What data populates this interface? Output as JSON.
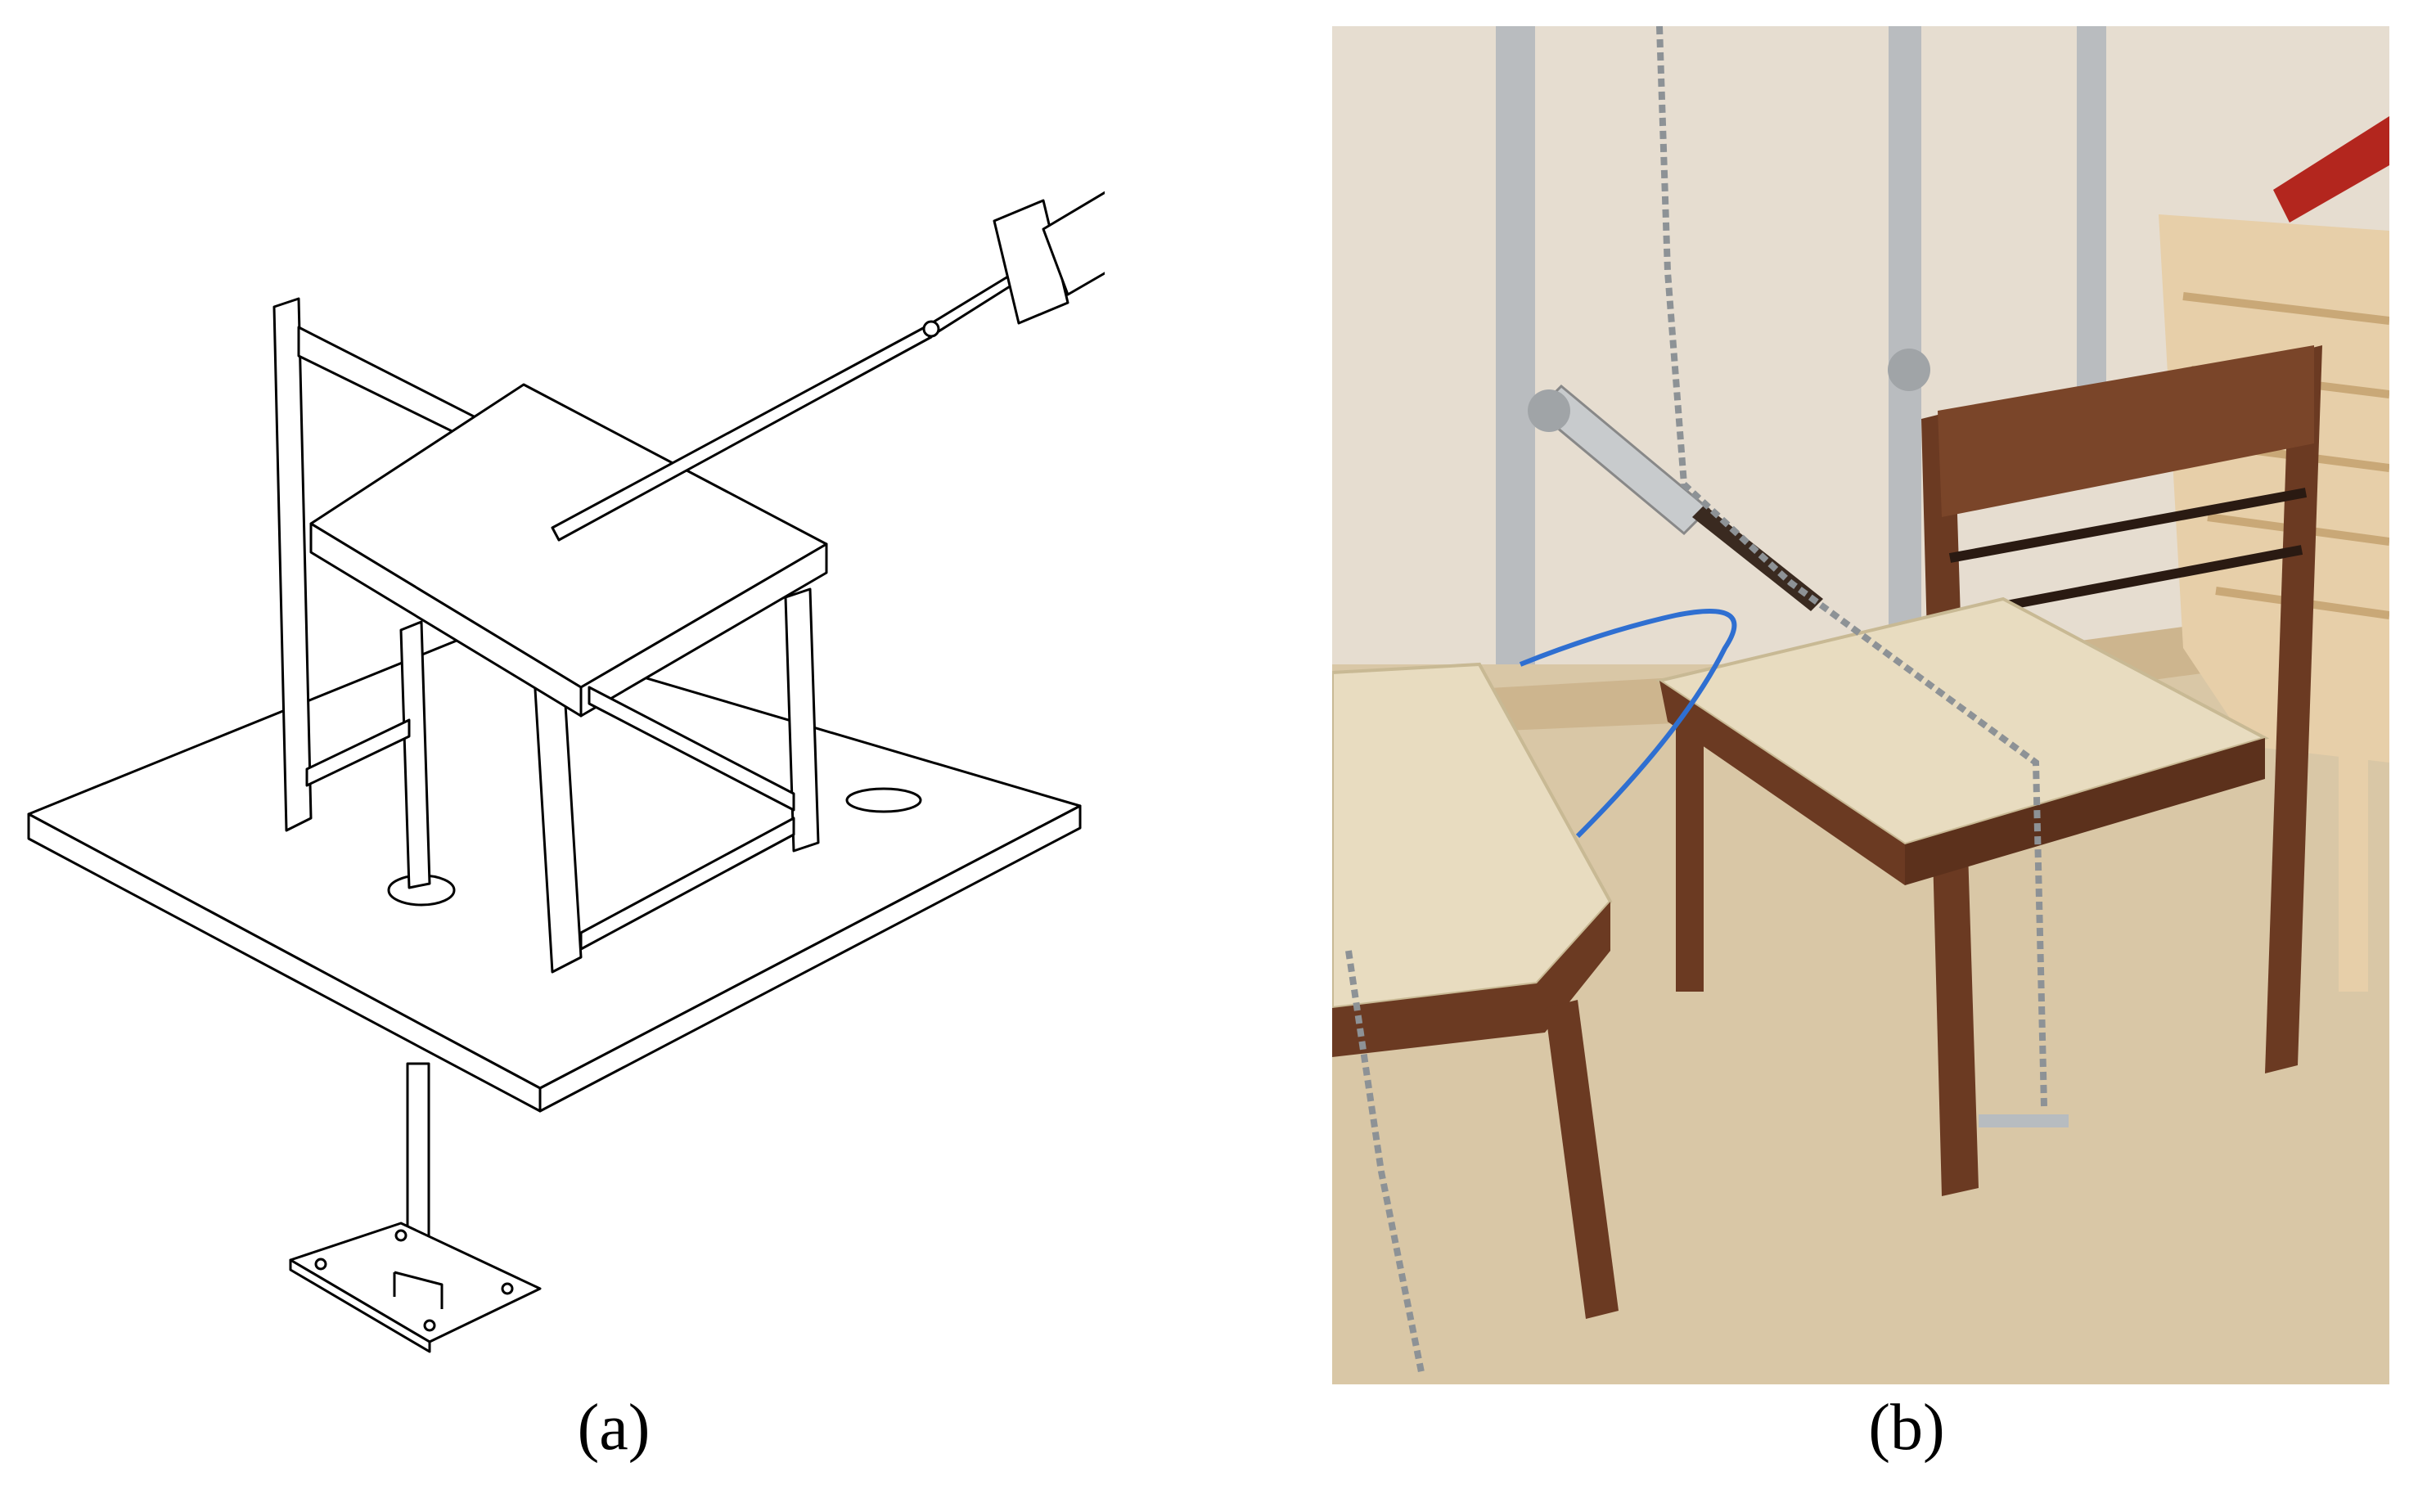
{
  "captions": {
    "a": "(a)",
    "b": "(b)"
  },
  "panels": {
    "a": {
      "kind": "line drawing"
    },
    "b": {
      "kind": "photograph"
    }
  },
  "colors": {
    "line": "#000000",
    "wall": "#e6ddd0",
    "floor": "#d9c7a6",
    "chair_wood": "#6b3a22",
    "seat_fabric": "#e8dcc0",
    "pipe": "#b9bcbf",
    "light_chair": "#e7cfa9",
    "red_bar": "#b3261e",
    "blue_cable": "#2f6fd1"
  }
}
